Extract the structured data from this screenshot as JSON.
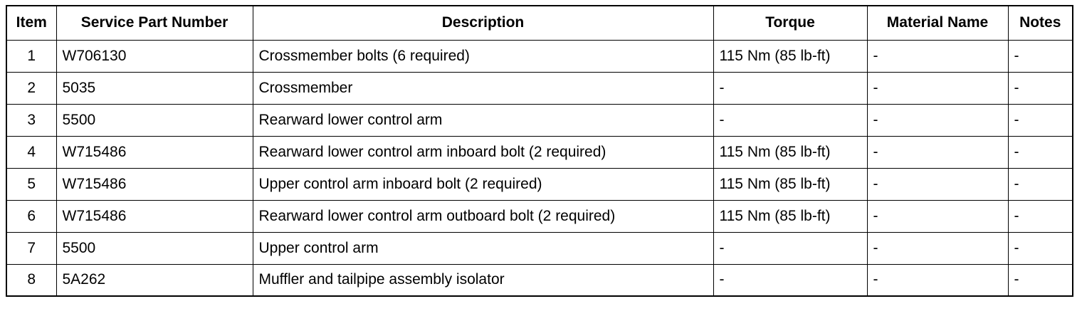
{
  "table": {
    "headers": {
      "item": "Item",
      "part": "Service Part Number",
      "desc": "Description",
      "torque": "Torque",
      "material": "Material Name",
      "notes": "Notes"
    },
    "rows": [
      {
        "item": "1",
        "part": "W706130",
        "desc": "Crossmember bolts (6 required)",
        "torque": "115 Nm (85 lb-ft)",
        "material": "-",
        "notes": "-"
      },
      {
        "item": "2",
        "part": "5035",
        "desc": "Crossmember",
        "torque": "-",
        "material": "-",
        "notes": "-"
      },
      {
        "item": "3",
        "part": "5500",
        "desc": "Rearward lower control arm",
        "torque": "-",
        "material": "-",
        "notes": "-"
      },
      {
        "item": "4",
        "part": "W715486",
        "desc": "Rearward lower control arm inboard bolt (2 required)",
        "torque": "115 Nm (85 lb-ft)",
        "material": "-",
        "notes": "-"
      },
      {
        "item": "5",
        "part": "W715486",
        "desc": "Upper control arm inboard bolt (2 required)",
        "torque": "115 Nm (85 lb-ft)",
        "material": "-",
        "notes": "-"
      },
      {
        "item": "6",
        "part": "W715486",
        "desc": "Rearward lower control arm outboard bolt (2 required)",
        "torque": "115 Nm (85 lb-ft)",
        "material": "-",
        "notes": "-"
      },
      {
        "item": "7",
        "part": "5500",
        "desc": "Upper control arm",
        "torque": "-",
        "material": "-",
        "notes": "-"
      },
      {
        "item": "8",
        "part": "5A262",
        "desc": "Muffler and tailpipe assembly isolator",
        "torque": "-",
        "material": "-",
        "notes": "-"
      }
    ]
  }
}
